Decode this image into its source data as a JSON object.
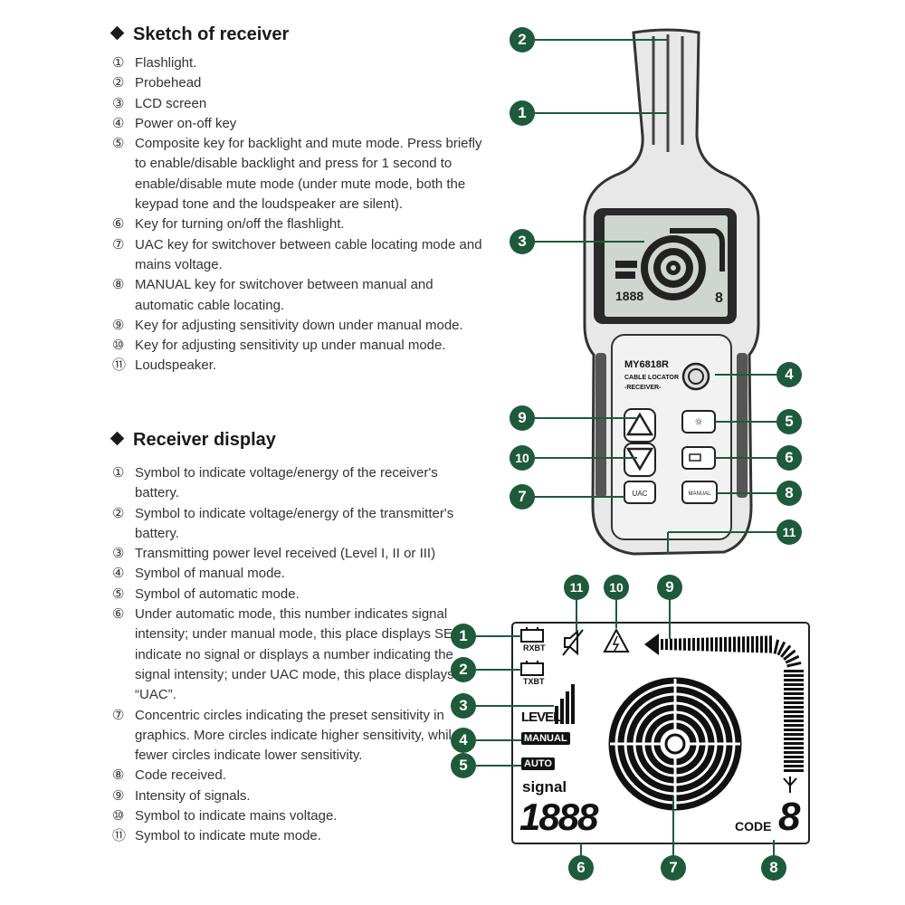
{
  "receiver_sketch": {
    "heading": "Sketch of receiver",
    "items": [
      {
        "num": "①",
        "text": "Flashlight."
      },
      {
        "num": "②",
        "text": "Probehead"
      },
      {
        "num": "③",
        "text": "LCD screen"
      },
      {
        "num": "④",
        "text": "Power on-off key"
      },
      {
        "num": "⑤",
        "text": "Composite key for backlight and mute mode. Press briefly to enable/disable backlight and press for 1 second to enable/disable mute mode (under mute mode, both the keypad tone and the loudspeaker are silent)."
      },
      {
        "num": "⑥",
        "text": "Key for turning on/off the flashlight."
      },
      {
        "num": "⑦",
        "text": "UAC key for switchover between cable locating mode and mains voltage."
      },
      {
        "num": "⑧",
        "text": "MANUAL key for switchover between manual and automatic cable locating."
      },
      {
        "num": "⑨",
        "text": "Key for adjusting sensitivity down under manual mode."
      },
      {
        "num": "⑩",
        "text": "Key for adjusting sensitivity up under manual mode."
      },
      {
        "num": "⑪",
        "text": "Loudspeaker."
      }
    ]
  },
  "receiver_display": {
    "heading": "Receiver display",
    "items": [
      {
        "num": "①",
        "text": "Symbol to indicate voltage/energy of the receiver's battery."
      },
      {
        "num": "②",
        "text": "Symbol to indicate voltage/energy of the transmitter's battery."
      },
      {
        "num": "③",
        "text": "Transmitting power level received (Level I, II or III)"
      },
      {
        "num": "④",
        "text": "Symbol of manual mode."
      },
      {
        "num": "⑤",
        "text": "Symbol of automatic mode."
      },
      {
        "num": "⑥",
        "text": "Under automatic mode, this number indicates signal intensity; under manual mode, this place displays SEL to indicate no signal or displays a number indicating the signal intensity; under UAC mode, this place displays “UAC”."
      },
      {
        "num": "⑦",
        "text": "Concentric circles indicating the preset sensitivity in graphics. More circles indicate higher sensitivity, while fewer circles indicate lower sensitivity."
      },
      {
        "num": "⑧",
        "text": "Code received."
      },
      {
        "num": "⑨",
        "text": "Intensity of signals."
      },
      {
        "num": "⑩",
        "text": "Symbol to indicate mains voltage."
      },
      {
        "num": "⑪",
        "text": "Symbol to indicate mute mode."
      }
    ]
  },
  "device": {
    "model": "MY6818R",
    "line1": "CABLE LOCATOR",
    "line2": "-RECEIVER-",
    "level_key": "LEVEL",
    "uac_key": "UAC",
    "manual_key": "MANUAL",
    "badges": {
      "b1": "1",
      "b2": "2",
      "b3": "3",
      "b4": "4",
      "b5": "5",
      "b6": "6",
      "b7": "7",
      "b8": "8",
      "b9": "9",
      "b10": "10",
      "b11": "11"
    }
  },
  "display": {
    "rxbt": "RXBT",
    "txbt": "TXBT",
    "level": "LEVEL",
    "manual": "MANUAL",
    "auto": "AUTO",
    "signal": "signal",
    "digits": "1888",
    "code_label": "CODE",
    "code_digit": "8",
    "badges": {
      "d1": "1",
      "d2": "2",
      "d3": "3",
      "d4": "4",
      "d5": "5",
      "d6": "6",
      "d7": "7",
      "d8": "8",
      "d9": "9",
      "d10": "10",
      "d11": "11"
    }
  },
  "colors": {
    "badge": "#1e5a3c",
    "device_body": "#e6e6e6",
    "lcd": "#cfd6cf"
  }
}
